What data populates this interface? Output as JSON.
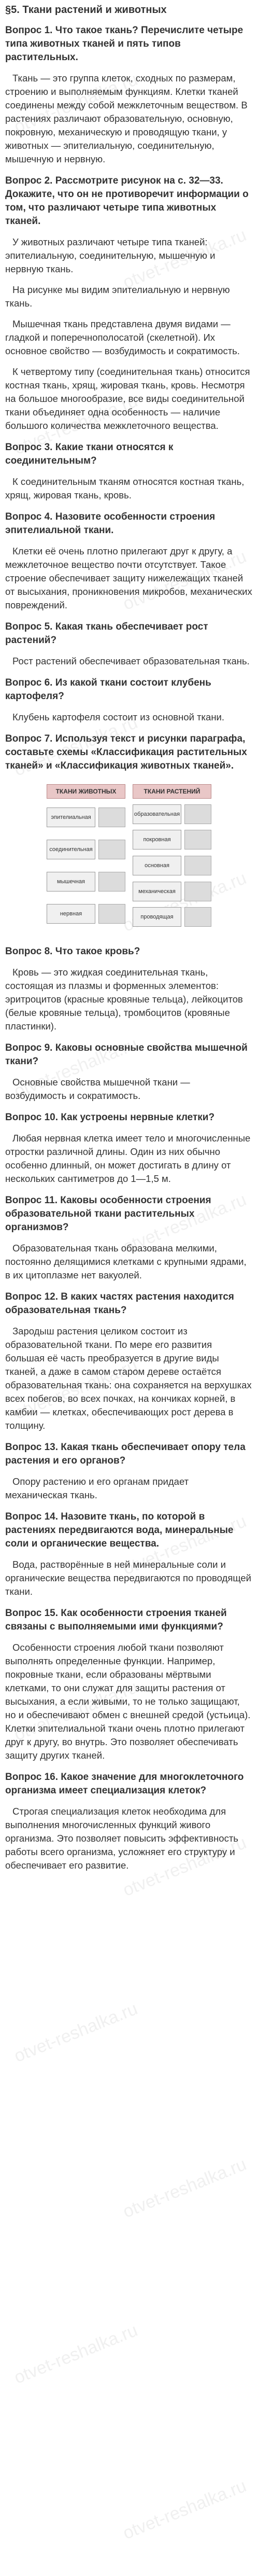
{
  "section_title": "§5. Ткани растений и животных",
  "watermark_text": "otvet-reshalka.ru",
  "qa": [
    {
      "question": "Вопрос 1. Что такое ткань? Перечислите четыре типа животных тканей и пять типов растительных.",
      "paragraphs": [
        "Ткань — это группа клеток, сходных по размерам, строению и выполняемым функциям. Клетки тканей соединены между собой межклеточным веществом. В растениях различают образовательную, основную, покровную, механическую и проводящую ткани, у животных — эпителиальную, соединительную, мышечную и нервную."
      ]
    },
    {
      "question": "Вопрос 2. Рассмотрите рисунок на с. 32—33. Докажите, что он не противоречит информации о том, что различают четыре типа животных тканей.",
      "paragraphs": [
        "У животных различают четыре типа тканей: эпителиальную, соединительную, мышечную и нервную ткань.",
        "На рисунке мы видим эпителиальную и нервную ткань.",
        "Мышечная ткань представлена двумя видами — гладкой и поперечнополосатой (скелетной). Их основное свойство — возбудимость и сократимость.",
        "К четвертому типу (соединительная ткань) относится костная ткань, хрящ, жировая ткань, кровь. Несмотря на большое многообразие, все виды соединительной ткани объединяет одна особенность — наличие большого количества межклеточного вещества."
      ]
    },
    {
      "question": "Вопрос 3. Какие ткани относятся к соединительным?",
      "paragraphs": [
        "К соединительным тканям относятся костная ткань, хрящ, жировая ткань, кровь."
      ]
    },
    {
      "question": "Вопрос 4. Назовите особенности строения эпителиальной ткани.",
      "paragraphs": [
        "Клетки её очень плотно прилегают друг к другу, а межклеточное вещество почти отсутствует. Такое строение обеспечивает защиту нижележащих тканей от высыхания, проникновения микробов, механических повреждений."
      ]
    },
    {
      "question": "Вопрос 5. Какая ткань обеспечивает рост растений?",
      "paragraphs": [
        "Рост растений обеспечивает образовательная ткань."
      ]
    },
    {
      "question": "Вопрос 6. Из какой ткани состоит клубень картофеля?",
      "paragraphs": [
        "Клубень картофеля состоит из основной ткани."
      ]
    },
    {
      "question": "Вопрос 7. Используя текст и рисунки параграфа, составьте схемы «Классификация растительных тканей» и «Классификация животных тканей».",
      "paragraphs": []
    }
  ],
  "diagram": {
    "animal_header": "ТКАНИ ЖИВОТНЫХ",
    "plant_header": "ТКАНИ РАСТЕНИЙ",
    "animal_items": [
      "эпителиальная",
      "соединительная",
      "мышечная",
      "нервная"
    ],
    "plant_items": [
      "образовательная",
      "покровная",
      "основная",
      "механическая",
      "проводящая"
    ]
  },
  "qa2": [
    {
      "question": "Вопрос 8. Что такое кровь?",
      "paragraphs": [
        "Кровь — это жидкая соединительная ткань, состоящая из плазмы и форменных элементов: эритроцитов (красные кровяные тельца), лейкоцитов (белые кровяные тельца), тромбоцитов (кровяные пластинки)."
      ]
    },
    {
      "question": "Вопрос 9. Каковы основные свойства мышечной ткани?",
      "paragraphs": [
        "Основные свойства мышечной ткани — возбудимость и сократимость."
      ]
    },
    {
      "question": "Вопрос 10. Как устроены нервные клетки?",
      "paragraphs": [
        "Любая нервная клетка имеет тело и многочисленные отростки различной длины. Один из них обычно особенно длинный, он может достигать в длину от нескольких сантиметров до 1—1,5 м."
      ]
    },
    {
      "question": "Вопрос 11. Каковы особенности строения образовательной ткани растительных организмов?",
      "paragraphs": [
        "Образовательная ткань образована мелкими, постоянно делящимися клетками с крупными ядрами, в их цитоплазме нет вакуолей."
      ]
    },
    {
      "question": "Вопрос 12. В каких частях растения находится образовательная ткань?",
      "paragraphs": [
        "Зародыш растения целиком состоит из образовательной ткани. По мере его развития большая её часть преобразуется в другие виды тканей, а даже в самом старом дереве остаётся образовательная ткань: она сохраняется на верхушках всех побегов, во всех почках, на кончиках корней, в камбии — клетках, обеспечивающих рост дерева в толщину."
      ]
    },
    {
      "question": "Вопрос 13. Какая ткань обеспечивает опору тела растения и его органов?",
      "paragraphs": [
        "Опору растению и его органам придает механическая ткань."
      ]
    },
    {
      "question": "Вопрос 14. Назовите ткань, по которой в растениях передвигаются вода, минеральные соли и органические вещества.",
      "paragraphs": [
        "Вода, растворённые в ней минеральные соли и органические вещества передвигаются по проводящей ткани."
      ]
    },
    {
      "question": "Вопрос 15. Как особенности строения тканей связаны с выполняемыми ими функциями?",
      "paragraphs": [
        "Особенности строения любой ткани позволяют выполнять определенные функции. Например, покровные ткани, если образованы мёртвыми клетками, то они служат для защиты растения от высыхания, а если живыми, то не только защищают, но и обеспечивают обмен с внешней средой (устьица). Клетки эпителиальной ткани очень плотно прилегают друг к другу, во внутрь. Это позволяет обеспечивать защиту других тканей."
      ]
    },
    {
      "question": "Вопрос 16. Какое значение для многоклеточного организма имеет специализация клеток?",
      "paragraphs": [
        "Строгая специализация клеток необходима для выполнения многочисленных функций живого организма. Это позволяет повысить эффективность работы всего организма, усложняет его структуру и обеспечивает его развитие."
      ]
    }
  ]
}
